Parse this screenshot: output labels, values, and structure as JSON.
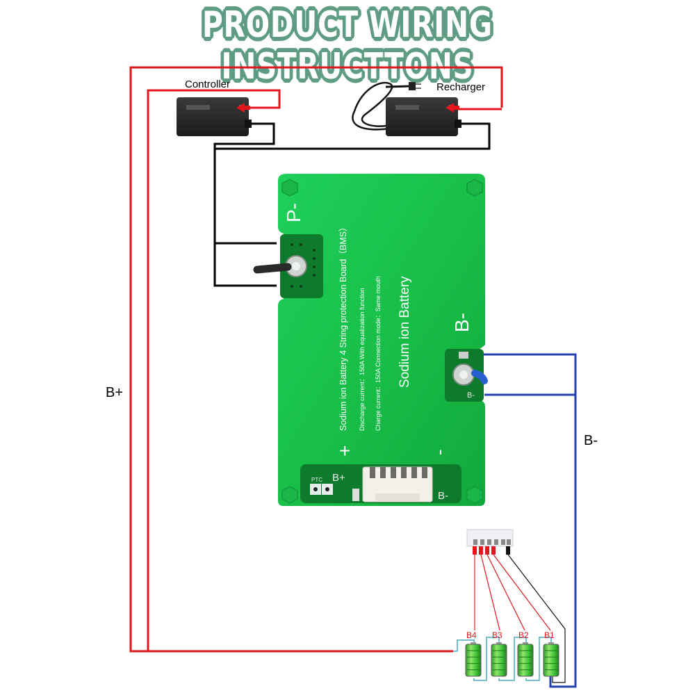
{
  "title": "PRODUCT WIRING INSTRUCTTONS",
  "devices": {
    "controller": {
      "label": "Controller"
    },
    "recharger": {
      "label": "Recharger"
    }
  },
  "board": {
    "p_minus": "P-",
    "b_minus": "B-",
    "plus": "+",
    "minus": "-",
    "line1": "Sodium ion Battery 4 String protection Board（BMS）",
    "line2": "Discharge current：150A With equalization function",
    "line3": "Charge current：150A    Connection mode：Same mouth",
    "big_text": "Sodium ion Battery",
    "ptc": "PTC",
    "bplus_silk": "B+",
    "bminus_silk": "B-",
    "bminus_pad_silk": "B-"
  },
  "wire_labels": {
    "b_plus": "B+",
    "b_minus": "B-"
  },
  "cells": [
    {
      "label": "B4"
    },
    {
      "label": "B3"
    },
    {
      "label": "B2"
    },
    {
      "label": "B1"
    }
  ],
  "colors": {
    "title_outline": "#5e9c83",
    "red_wire": "#e3161c",
    "black_wire": "#000000",
    "blue_wire": "#2340b0",
    "board_green": "#19c24a",
    "cell_green": "#3ec43a",
    "cell_link": "#4aa8c0",
    "cell_label": "#e3161c"
  }
}
